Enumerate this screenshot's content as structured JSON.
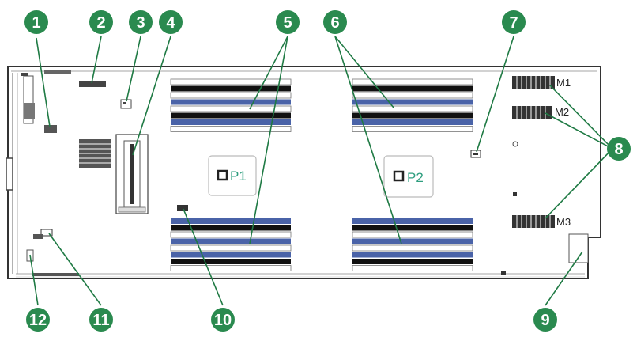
{
  "colors": {
    "callout": "#2a8a4f",
    "dimm_blue": "#4a63a8",
    "dimm_black": "#111111",
    "cpu_label": "#2e9e7f",
    "leader": "#1f7a44"
  },
  "callouts": [
    "1",
    "2",
    "3",
    "4",
    "5",
    "6",
    "7",
    "8",
    "9",
    "10",
    "11",
    "12"
  ],
  "cpus": {
    "p1": "P1",
    "p2": "P2"
  },
  "slots": {
    "m1": "M1",
    "m2": "M2",
    "m3": "M3"
  }
}
